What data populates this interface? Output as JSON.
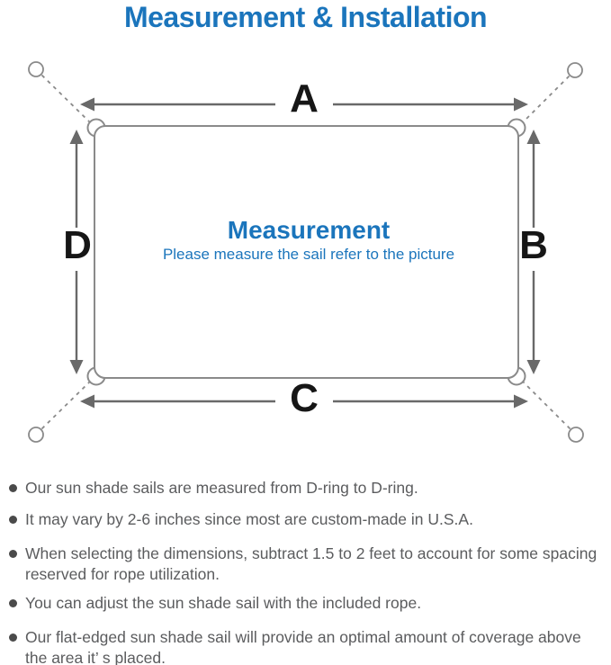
{
  "title": "Measurement & Installation",
  "colors": {
    "accent_blue": "#1b75bc",
    "line_gray": "#8a8a8a",
    "arrow_gray": "#696969",
    "label_dark": "#161616",
    "note_text": "#5b5c5e",
    "dot_gray": "#4a4a4a"
  },
  "diagram": {
    "side_labels": {
      "top": "A",
      "right": "B",
      "bottom": "C",
      "left": "D"
    },
    "center_title": "Measurement",
    "center_subtitle": "Please measure the sail refer to the picture"
  },
  "notes": {
    "items": [
      "Our sun shade sails are measured from D-ring to D-ring.",
      "It may vary by 2-6 inches since most are custom-made in U.S.A.",
      "When selecting the dimensions, subtract 1.5 to 2 feet to account for some spacing reserved for rope utilization.",
      "You can adjust the sun shade sail with the included rope.",
      "Our flat-edged sun shade sail will provide an optimal amount of coverage above the area it’ s placed."
    ]
  }
}
